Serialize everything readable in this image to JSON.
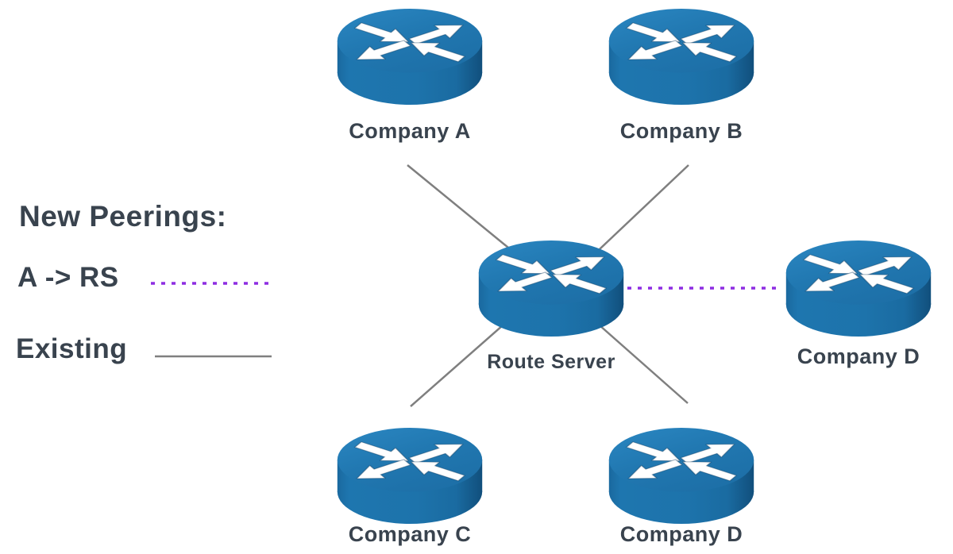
{
  "legend": {
    "title": "New Peerings:",
    "items": [
      {
        "label": "A -> RS",
        "line_style": "dotted",
        "color": "#8e2de2"
      },
      {
        "label": "Existing",
        "line_style": "solid",
        "color": "#7f7f7f"
      }
    ]
  },
  "nodes": [
    {
      "id": "company-a",
      "label": "Company A",
      "icon": "router-icon"
    },
    {
      "id": "company-b",
      "label": "Company B",
      "icon": "router-icon"
    },
    {
      "id": "route-server",
      "label": "Route Server",
      "icon": "router-icon"
    },
    {
      "id": "company-d-right",
      "label": "Company D",
      "icon": "router-icon"
    },
    {
      "id": "company-c",
      "label": "Company C",
      "icon": "router-icon"
    },
    {
      "id": "company-d-bottom",
      "label": "Company D",
      "icon": "router-icon"
    }
  ],
  "links": [
    {
      "from": "company-a",
      "to": "route-server",
      "style": "solid",
      "type": "existing"
    },
    {
      "from": "company-b",
      "to": "route-server",
      "style": "solid",
      "type": "existing"
    },
    {
      "from": "company-c",
      "to": "route-server",
      "style": "solid",
      "type": "existing"
    },
    {
      "from": "company-d-bottom",
      "to": "route-server",
      "style": "solid",
      "type": "existing"
    },
    {
      "from": "route-server",
      "to": "company-d-right",
      "style": "dotted",
      "type": "new-peering"
    }
  ],
  "colors": {
    "router_blue_top": "#2180bc",
    "router_blue_side": "#1c72aa",
    "text": "#39434e",
    "existing_line": "#7f7f7f",
    "new_peering_line": "#8e2de2"
  }
}
